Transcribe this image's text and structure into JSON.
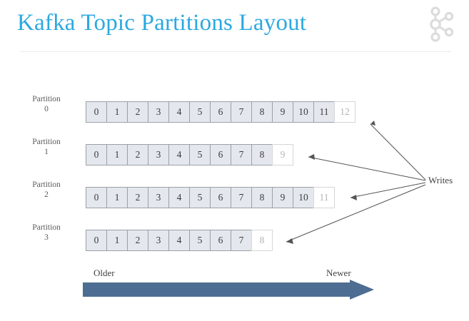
{
  "header": {
    "title": "Kafka Topic Partitions Layout",
    "title_color": "#2BA9E0",
    "logo_icon": "kafka-logo-icon",
    "logo_color": "#DCDCDC"
  },
  "diagram": {
    "partition_label_prefix": "Partition",
    "writes_label": "Writes",
    "cell_fill_color": "#E4E8EE",
    "cell_border_color": "#9B9FA6",
    "empty_cell_fill_color": "#FFFFFF",
    "empty_cell_text_color": "#B3B3B3",
    "connector_color": "#555555",
    "partitions": [
      {
        "id": "0",
        "label_line1": "Partition",
        "label_line2": "0",
        "offsets": [
          "0",
          "1",
          "2",
          "3",
          "4",
          "5",
          "6",
          "7",
          "8",
          "9",
          "10",
          "11"
        ],
        "next_offset": "12",
        "filled_count": 12
      },
      {
        "id": "1",
        "label_line1": "Partition",
        "label_line2": "1",
        "offsets": [
          "0",
          "1",
          "2",
          "3",
          "4",
          "5",
          "6",
          "7",
          "8"
        ],
        "next_offset": "9",
        "filled_count": 9
      },
      {
        "id": "2",
        "label_line1": "Partition",
        "label_line2": "2",
        "offsets": [
          "0",
          "1",
          "2",
          "3",
          "4",
          "5",
          "6",
          "7",
          "8",
          "9",
          "10"
        ],
        "next_offset": "11",
        "filled_count": 11
      },
      {
        "id": "3",
        "label_line1": "Partition",
        "label_line2": "3",
        "offsets": [
          "0",
          "1",
          "2",
          "3",
          "4",
          "5",
          "6",
          "7"
        ],
        "next_offset": "8",
        "filled_count": 8
      }
    ]
  },
  "time_axis": {
    "older_label": "Older",
    "newer_label": "Newer",
    "arrow_color": "#4E6D92"
  }
}
